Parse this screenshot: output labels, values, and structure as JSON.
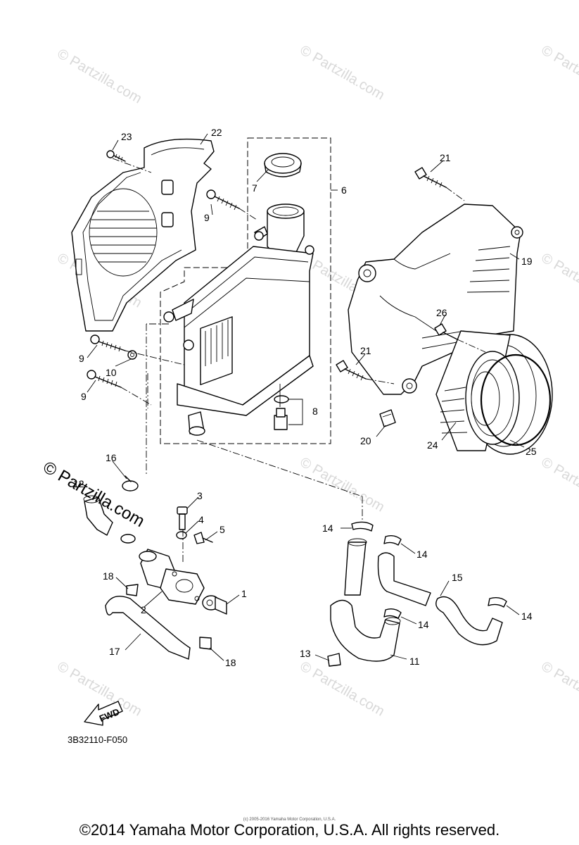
{
  "watermark": "© Partzilla.com",
  "overlay_watermark": "© Partzilla.com",
  "figure_code": "3B32110-F050",
  "fwd_label": "FWD",
  "tiny_credit": "(c) 2005-2016 Yamaha Motor Corporation, U.S.A.",
  "copyright": "©2014 Yamaha Motor Corporation, U.S.A. All rights reserved.",
  "callouts": {
    "c1": "1",
    "c2": "2",
    "c3": "3",
    "c4": "4",
    "c5": "5",
    "c6": "6",
    "c7": "7",
    "c8": "8",
    "c9a": "9",
    "c9b": "9",
    "c9c": "9",
    "c10": "10",
    "c11": "11",
    "c12": "12",
    "c13": "13",
    "c14a": "14",
    "c14b": "14",
    "c14c": "14",
    "c14d": "14",
    "c15": "15",
    "c16": "16",
    "c17": "17",
    "c18a": "18",
    "c18b": "18",
    "c19": "19",
    "c20": "20",
    "c21a": "21",
    "c21b": "21",
    "c22": "22",
    "c23": "23",
    "c24": "24",
    "c25": "25",
    "c26": "26"
  }
}
